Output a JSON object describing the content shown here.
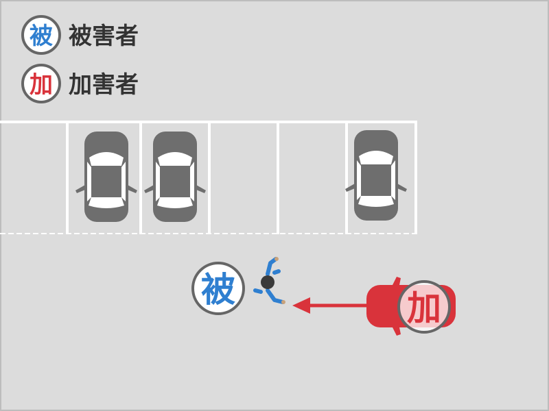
{
  "legend": {
    "victim": {
      "badge": "被",
      "label": "被害者"
    },
    "offender": {
      "badge": "加",
      "label": "加害者"
    }
  },
  "scene": {
    "victim_badge": "被",
    "offender_badge": "加",
    "parking_slots_total": 6,
    "parked_car_slots": [
      2,
      3,
      6
    ]
  },
  "colors": {
    "background": "#dcdcdc",
    "victim_blue": "#2f7fd0",
    "offender_red": "#d9333b",
    "parked_car": "#6e6e6e",
    "badge_ring": "#666666"
  }
}
